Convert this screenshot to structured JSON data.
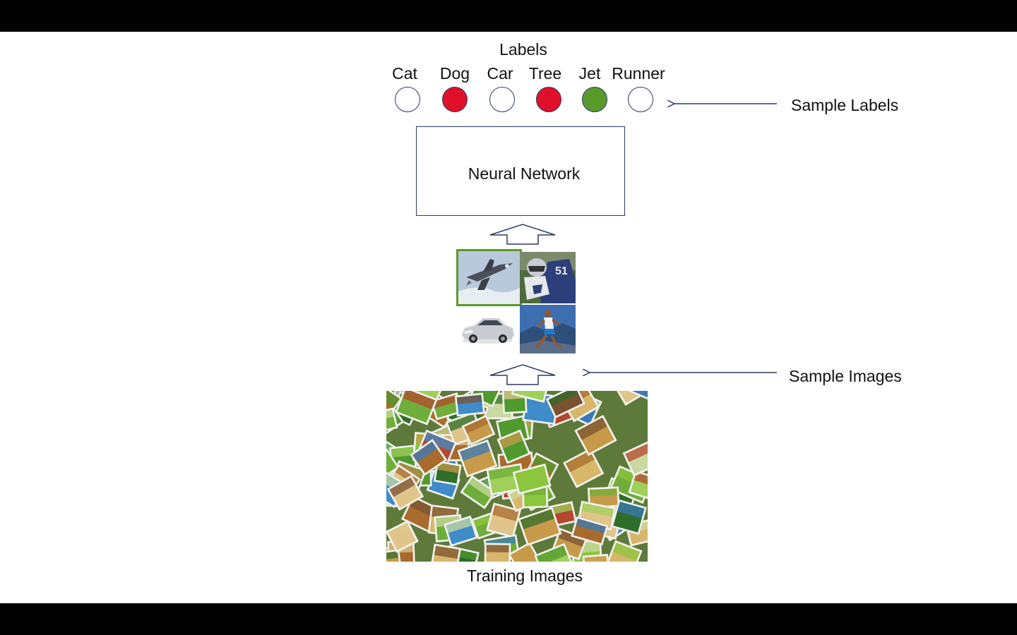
{
  "labels_heading": "Labels",
  "labels": [
    {
      "name": "Cat",
      "color": "#ffffff"
    },
    {
      "name": "Dog",
      "color": "#e0102a"
    },
    {
      "name": "Car",
      "color": "#ffffff"
    },
    {
      "name": "Tree",
      "color": "#e0102a"
    },
    {
      "name": "Jet",
      "color": "#5a9a2a"
    },
    {
      "name": "Runner",
      "color": "#ffffff"
    }
  ],
  "sample_labels_text": "Sample Labels",
  "network_label": "Neural Network",
  "sample_images_text": "Sample Images",
  "training_images_text": "Training Images",
  "sample_images": [
    "jet",
    "football-player",
    "car",
    "runner"
  ],
  "colors": {
    "outline": "#2b3a67",
    "selected_border": "#5a9a2a",
    "background": "#ffffff",
    "letterbox": "#000000"
  }
}
